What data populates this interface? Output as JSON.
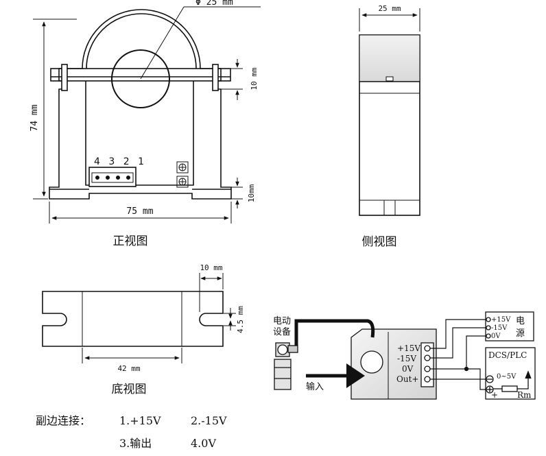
{
  "front_view": {
    "caption": "正视图",
    "dim_hole": "Φ 25  mm",
    "dim_height": "74 mm",
    "dim_width": "75 mm",
    "dim_clamp": "10 mm",
    "dim_base": "10mm",
    "pin_numbers": "4 3 2 1"
  },
  "side_view": {
    "caption": "侧视图",
    "dim_width": "25 mm"
  },
  "bottom_view": {
    "caption": "底视图",
    "dim_slot_offset": "10 mm",
    "dim_slot_width": "4.5 mm",
    "dim_center": "42 mm"
  },
  "wiring": {
    "equipment_label": "电动\n设备",
    "input_label": "输入",
    "terminals": [
      "+15V",
      "-15V",
      "0V",
      "Out+"
    ],
    "psu_terminals": [
      "+15V",
      "-15V",
      "0V"
    ],
    "psu_label": "电\n源",
    "dcs_label": "DCS/PLC",
    "dcs_range": "0~5V",
    "dcs_plus": "+",
    "dcs_res": "Rm"
  },
  "notes": {
    "prefix": "副边连接：",
    "item1": "1.+15V",
    "item2": "2.-15V",
    "item3": "3.输出",
    "item4": "4.0V"
  }
}
